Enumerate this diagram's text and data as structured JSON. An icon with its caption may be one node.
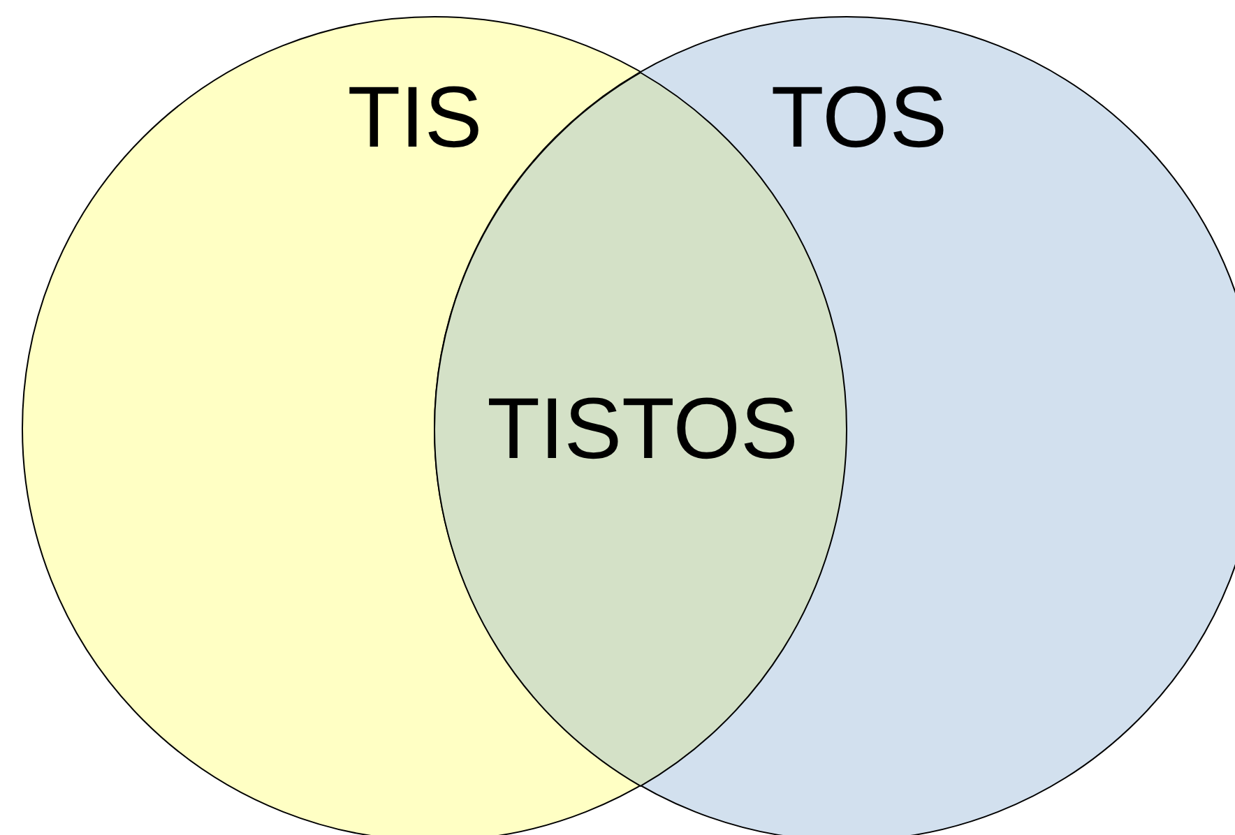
{
  "diagram": {
    "nodes": [
      {
        "text": [
          "TIS"
        ]
      },
      {
        "text": [
          "TOS"
        ]
      },
      {
        "text": [
          "TISTOS"
        ]
      }
    ]
  }
}
